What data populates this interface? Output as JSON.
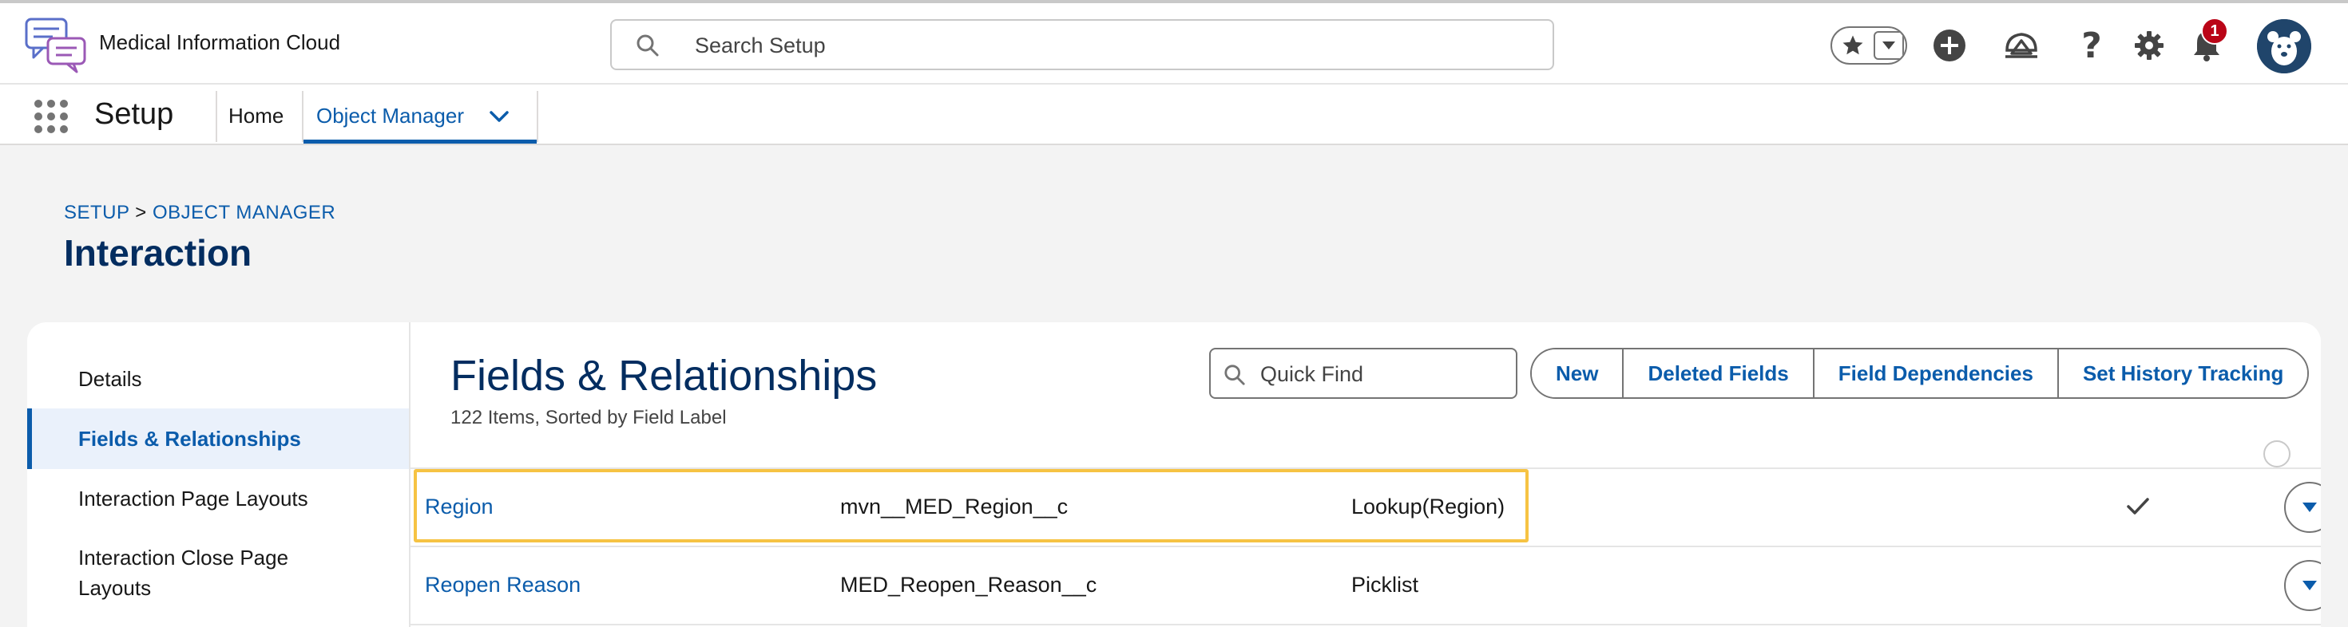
{
  "header": {
    "brand_name": "Medical Information Cloud",
    "search_placeholder": "Search Setup",
    "notification_count": "1",
    "icons": [
      "logo-chat-icon",
      "search-icon",
      "star-icon",
      "chevron-down-icon",
      "add-icon",
      "trailhead-icon",
      "help-icon",
      "gear-icon",
      "bell-icon",
      "avatar"
    ]
  },
  "context_nav": {
    "app_name": "Setup",
    "home_label": "Home",
    "object_manager_label": "Object Manager"
  },
  "page": {
    "breadcrumb_setup": "SETUP",
    "breadcrumb_sep": ">",
    "breadcrumb_object_manager": "OBJECT MANAGER",
    "title": "Interaction"
  },
  "sidebar": {
    "items": [
      {
        "label": "Details"
      },
      {
        "label": "Fields & Relationships"
      },
      {
        "label": "Interaction Page Layouts"
      },
      {
        "label": "Interaction Close Page Layouts"
      }
    ]
  },
  "fields": {
    "title": "Fields & Relationships",
    "subtitle": "122 Items, Sorted by Field Label",
    "quick_find_placeholder": "Quick Find",
    "buttons": {
      "new": "New",
      "deleted_fields": "Deleted Fields",
      "field_dependencies": "Field Dependencies",
      "set_history_tracking": "Set History Tracking"
    },
    "rows": [
      {
        "label": "Region",
        "api_name": "mvn__MED_Region__c",
        "type": "Lookup(Region)",
        "indexed": true
      },
      {
        "label": "Reopen Reason",
        "api_name": "MED_Reopen_Reason__c",
        "type": "Picklist",
        "indexed": false
      }
    ]
  },
  "colors": {
    "brand_blue": "#0b5cab",
    "title_navy": "#032d60",
    "highlight": "#f6c343",
    "badge_red": "#ba0517"
  }
}
